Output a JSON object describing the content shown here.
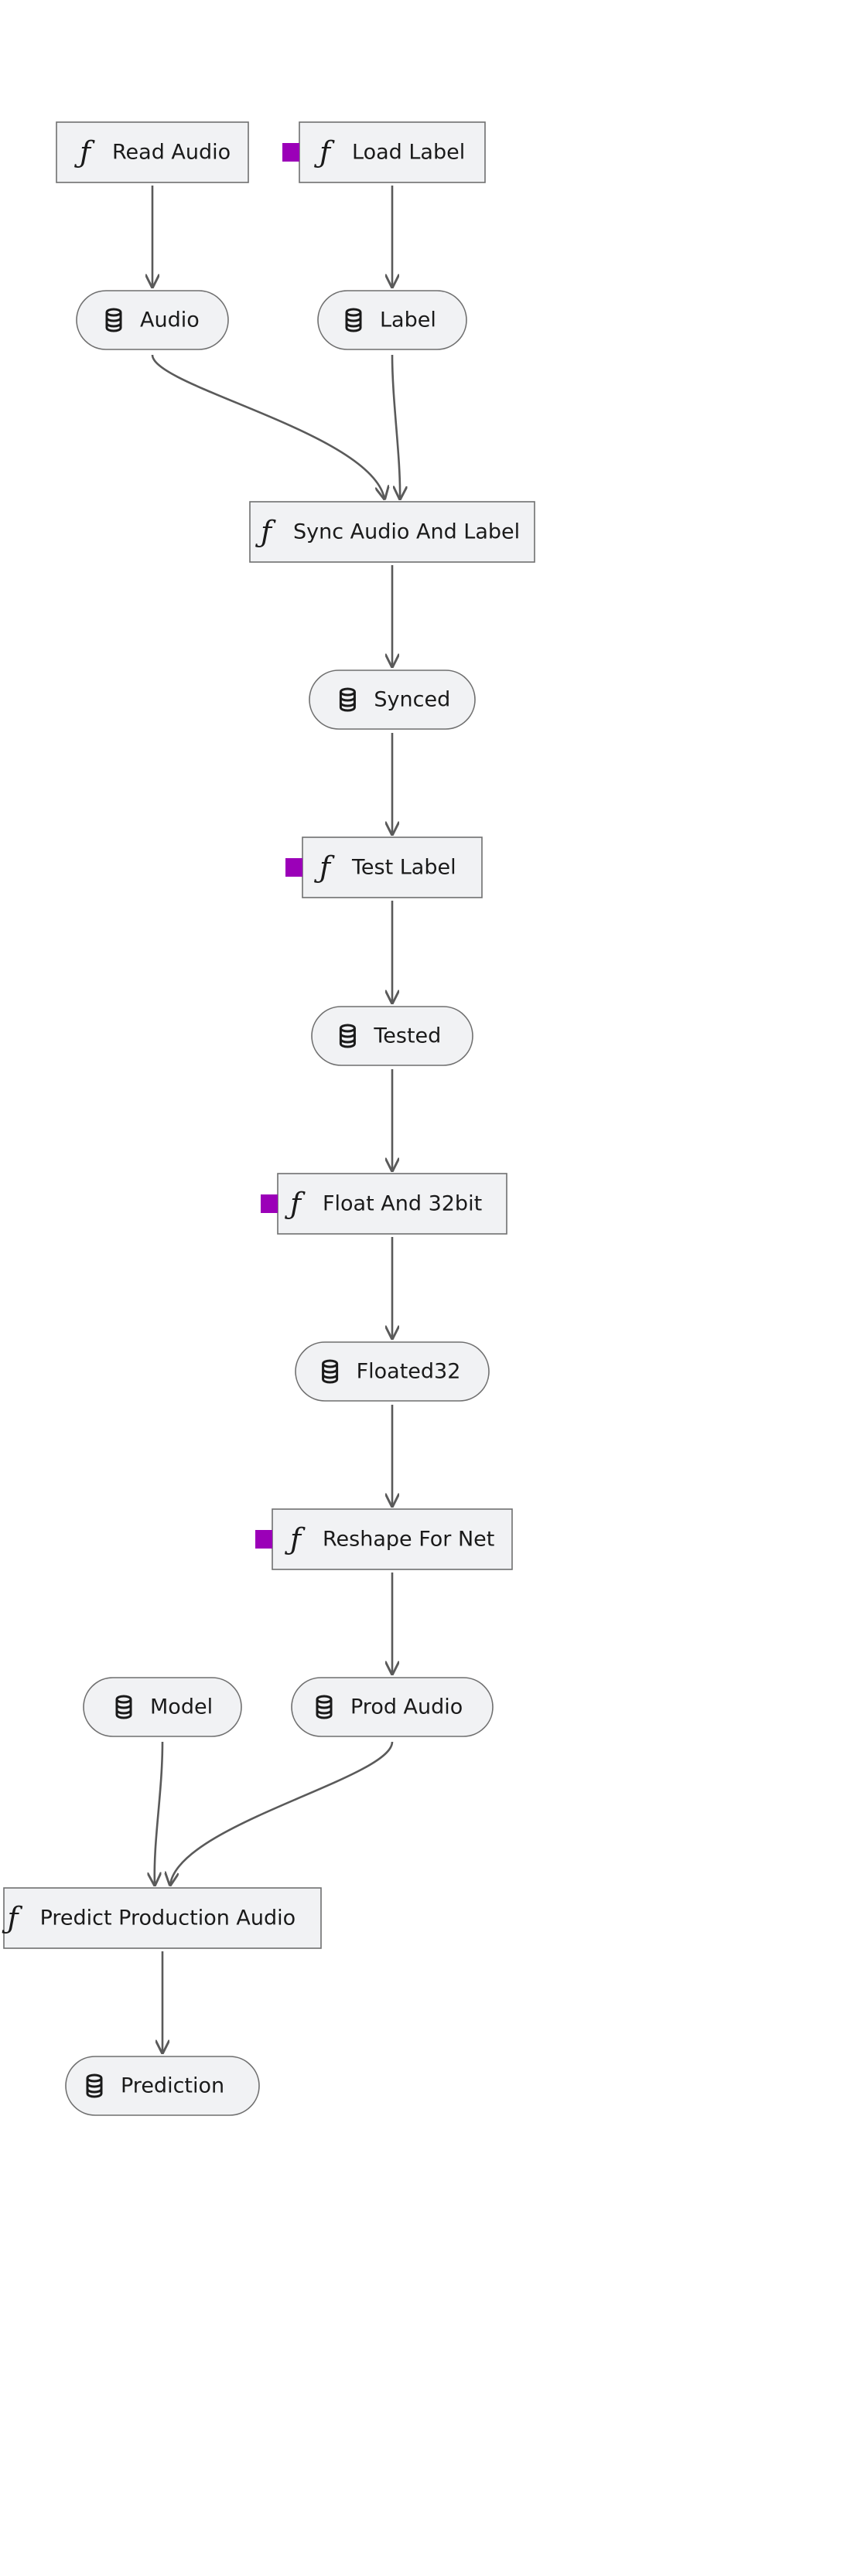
{
  "diagram": {
    "nodes": [
      {
        "id": "read_audio",
        "label": "Read Audio",
        "kind": "function",
        "marker": false
      },
      {
        "id": "load_label",
        "label": "Load Label",
        "kind": "function",
        "marker": true
      },
      {
        "id": "audio",
        "label": "Audio",
        "kind": "dataset"
      },
      {
        "id": "label",
        "label": "Label",
        "kind": "dataset"
      },
      {
        "id": "sync_audio_and_label",
        "label": "Sync Audio And Label",
        "kind": "function",
        "marker": false
      },
      {
        "id": "synced",
        "label": "Synced",
        "kind": "dataset"
      },
      {
        "id": "test_label",
        "label": "Test Label",
        "kind": "function",
        "marker": true
      },
      {
        "id": "tested",
        "label": "Tested",
        "kind": "dataset"
      },
      {
        "id": "float_and_32bit",
        "label": "Float And 32bit",
        "kind": "function",
        "marker": true
      },
      {
        "id": "floated32",
        "label": "Floated32",
        "kind": "dataset"
      },
      {
        "id": "reshape_for_net",
        "label": "Reshape For Net",
        "kind": "function",
        "marker": true
      },
      {
        "id": "model",
        "label": "Model",
        "kind": "dataset"
      },
      {
        "id": "prod_audio",
        "label": "Prod Audio",
        "kind": "dataset"
      },
      {
        "id": "predict_production_audio",
        "label": "Predict Production Audio",
        "kind": "function",
        "marker": false
      },
      {
        "id": "prediction",
        "label": "Prediction",
        "kind": "dataset"
      }
    ],
    "edges": [
      {
        "from": "read_audio",
        "to": "audio"
      },
      {
        "from": "load_label",
        "to": "label"
      },
      {
        "from": "audio",
        "to": "sync_audio_and_label"
      },
      {
        "from": "label",
        "to": "sync_audio_and_label"
      },
      {
        "from": "sync_audio_and_label",
        "to": "synced"
      },
      {
        "from": "synced",
        "to": "test_label"
      },
      {
        "from": "test_label",
        "to": "tested"
      },
      {
        "from": "tested",
        "to": "float_and_32bit"
      },
      {
        "from": "float_and_32bit",
        "to": "floated32"
      },
      {
        "from": "floated32",
        "to": "reshape_for_net"
      },
      {
        "from": "reshape_for_net",
        "to": "prod_audio"
      },
      {
        "from": "model",
        "to": "predict_production_audio"
      },
      {
        "from": "prod_audio",
        "to": "predict_production_audio"
      },
      {
        "from": "predict_production_audio",
        "to": "prediction"
      }
    ],
    "colors": {
      "node_fill": "#f1f2f4",
      "node_stroke": "#6f6f6f",
      "edge": "#5a5a5a",
      "marker": "#9b00b8"
    },
    "icons": {
      "function": "function-icon",
      "dataset": "database-icon"
    }
  }
}
